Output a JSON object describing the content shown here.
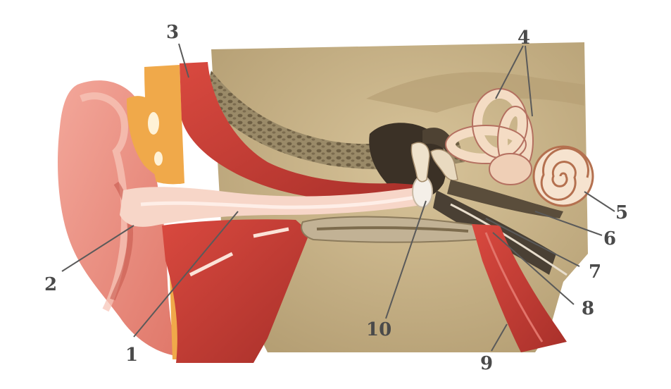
{
  "diagram": {
    "labels": [
      {
        "id": "1",
        "text": "1"
      },
      {
        "id": "2",
        "text": "2"
      },
      {
        "id": "3",
        "text": "3"
      },
      {
        "id": "4",
        "text": "4"
      },
      {
        "id": "5",
        "text": "5"
      },
      {
        "id": "6",
        "text": "6"
      },
      {
        "id": "7",
        "text": "7"
      },
      {
        "id": "8",
        "text": "8"
      },
      {
        "id": "9",
        "text": "9"
      },
      {
        "id": "10",
        "text": "10"
      }
    ],
    "colors": {
      "background": "#ffffff",
      "bone_tan": "#cdb88e",
      "bone_dark": "#8c7b5c",
      "flesh_red": "#d9534f",
      "skin_pink": "#f2b8a0",
      "cartilage_orange": "#f0a94a",
      "canal_pale": "#f7d6c8",
      "muscle_red": "#c43a32",
      "cochlea_cream": "#f6e3cf"
    }
  }
}
